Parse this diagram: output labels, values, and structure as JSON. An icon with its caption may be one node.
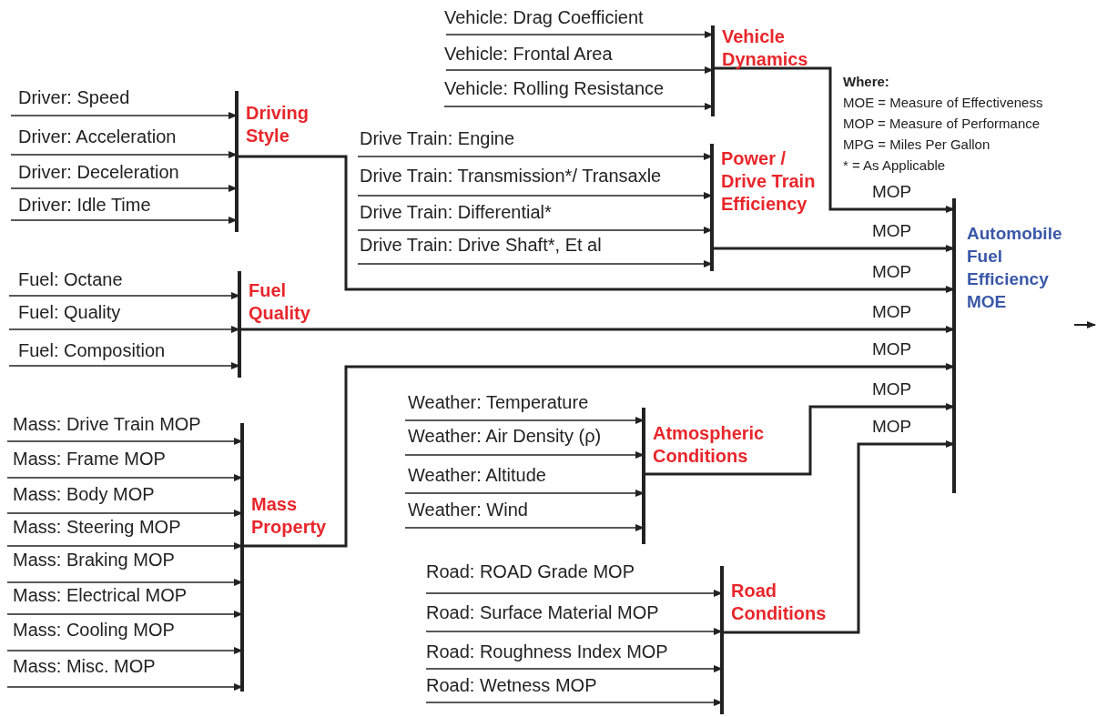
{
  "diagram": {
    "nodes": [
      {
        "text": [
          "Vehicle: Drag Coefficient"
        ]
      },
      {
        "text": [
          "Vehicle: Frontal Area"
        ]
      },
      {
        "text": [
          "Vehicle: Rolling Resistance"
        ]
      },
      {
        "text": [
          "Vehicle Dynamics"
        ]
      },
      {
        "text": [
          "Driver: Speed"
        ]
      },
      {
        "text": [
          "Driver: Acceleration"
        ]
      },
      {
        "text": [
          "Driver: Deceleration"
        ]
      },
      {
        "text": [
          "Driver: Idle Time"
        ]
      },
      {
        "text": [
          "Driving Style"
        ]
      },
      {
        "text": [
          "Drive Train: Engine"
        ]
      },
      {
        "text": [
          "Drive Train: Transmission*/ Transaxle"
        ]
      },
      {
        "text": [
          "Drive Train: Differential*"
        ]
      },
      {
        "text": [
          "Drive Train: Drive Shaft*, Et al"
        ]
      },
      {
        "text": [
          "Power / Drive Train Efficiency"
        ]
      },
      {
        "text": [
          "Automobile Fuel Efficiency MOE"
        ]
      },
      {
        "text": [
          "Fuel: Octane"
        ]
      },
      {
        "text": [
          "Fuel: Quality"
        ]
      },
      {
        "text": [
          "Fuel: Composition"
        ]
      },
      {
        "text": [
          "Fuel Quality"
        ]
      },
      {
        "text": [
          "Mass: Drive Train MOP"
        ]
      },
      {
        "text": [
          "Mass: Frame MOP"
        ]
      },
      {
        "text": [
          "Mass: Body MOP"
        ]
      },
      {
        "text": [
          "Mass: Steering MOP"
        ]
      },
      {
        "text": [
          "Mass: Braking MOP"
        ]
      },
      {
        "text": [
          "Mass: Electrical MOP"
        ]
      },
      {
        "text": [
          "Mass: Cooling MOP"
        ]
      },
      {
        "text": [
          "Mass: Misc. MOP"
        ]
      },
      {
        "text": [
          "Mass Property"
        ]
      },
      {
        "text": [
          "Weather: Temperature"
        ]
      },
      {
        "text": [
          "Weather: Air Density (ρ)"
        ]
      },
      {
        "text": [
          "Weather: Altitude"
        ]
      },
      {
        "text": [
          "Weather: Wind"
        ]
      },
      {
        "text": [
          "Atmospheric Conditions"
        ]
      },
      {
        "text": [
          "Road: ROAD Grade MOP"
        ]
      },
      {
        "text": [
          "Road: Surface Material MOP"
        ]
      },
      {
        "text": [
          "Road: Roughness Index MOP"
        ]
      },
      {
        "text": [
          "Road: Wetness MOP"
        ]
      },
      {
        "text": [
          "Road Conditions"
        ]
      }
    ],
    "edges": [
      {
        "from": 0,
        "to": 3,
        "arrow": "to"
      },
      {
        "from": 1,
        "to": 3,
        "arrow": "to"
      },
      {
        "from": 2,
        "to": 3,
        "arrow": "to"
      },
      {
        "from": 4,
        "to": 8,
        "arrow": "to"
      },
      {
        "from": 5,
        "to": 8,
        "arrow": "to"
      },
      {
        "from": 6,
        "to": 8,
        "arrow": "to"
      },
      {
        "from": 7,
        "to": 8,
        "arrow": "to"
      },
      {
        "from": 9,
        "to": 13,
        "arrow": "to"
      },
      {
        "from": 10,
        "to": 13,
        "arrow": "to"
      },
      {
        "from": 11,
        "to": 13,
        "arrow": "to"
      },
      {
        "from": 12,
        "to": 13,
        "arrow": "to"
      },
      {
        "from": 15,
        "to": 18,
        "arrow": "to"
      },
      {
        "from": 16,
        "to": 18,
        "arrow": "to"
      },
      {
        "from": 17,
        "to": 18,
        "arrow": "to"
      },
      {
        "from": 19,
        "to": 27,
        "arrow": "to"
      },
      {
        "from": 20,
        "to": 27,
        "arrow": "to"
      },
      {
        "from": 21,
        "to": 27,
        "arrow": "to"
      },
      {
        "from": 22,
        "to": 27,
        "arrow": "to"
      },
      {
        "from": 23,
        "to": 27,
        "arrow": "to"
      },
      {
        "from": 24,
        "to": 27,
        "arrow": "to"
      },
      {
        "from": 25,
        "to": 27,
        "arrow": "to"
      },
      {
        "from": 26,
        "to": 27,
        "arrow": "to"
      },
      {
        "from": 28,
        "to": 32,
        "arrow": "to"
      },
      {
        "from": 29,
        "to": 32,
        "arrow": "to"
      },
      {
        "from": 30,
        "to": 32,
        "arrow": "to"
      },
      {
        "from": 31,
        "to": 32,
        "arrow": "to"
      },
      {
        "from": 33,
        "to": 37,
        "arrow": "to"
      },
      {
        "from": 34,
        "to": 37,
        "arrow": "to"
      },
      {
        "from": 35,
        "to": 37,
        "arrow": "to"
      },
      {
        "from": 36,
        "to": 37,
        "arrow": "to"
      },
      {
        "from": 3,
        "to": 14,
        "arrow": "to",
        "label": "MOP"
      },
      {
        "from": 13,
        "to": 14,
        "arrow": "to",
        "label": "MOP"
      },
      {
        "from": 8,
        "to": 14,
        "arrow": "to",
        "label": "MOP"
      },
      {
        "from": 18,
        "to": 14,
        "arrow": "to",
        "label": "MOP"
      },
      {
        "from": 27,
        "to": 14,
        "arrow": "to",
        "label": "MOP"
      },
      {
        "from": 32,
        "to": 14,
        "arrow": "to",
        "label": "MOP"
      },
      {
        "from": 37,
        "to": 14,
        "arrow": "to",
        "label": "MOP"
      },
      {
        "from": 14,
        "to": null,
        "arrow": "to"
      }
    ],
    "labels": [
      "Where:",
      "MOE = Measure of Effectiveness",
      "MOP = Measure of Performance",
      "MPG = Miles Per Gallon",
      "* = As Applicable"
    ]
  }
}
